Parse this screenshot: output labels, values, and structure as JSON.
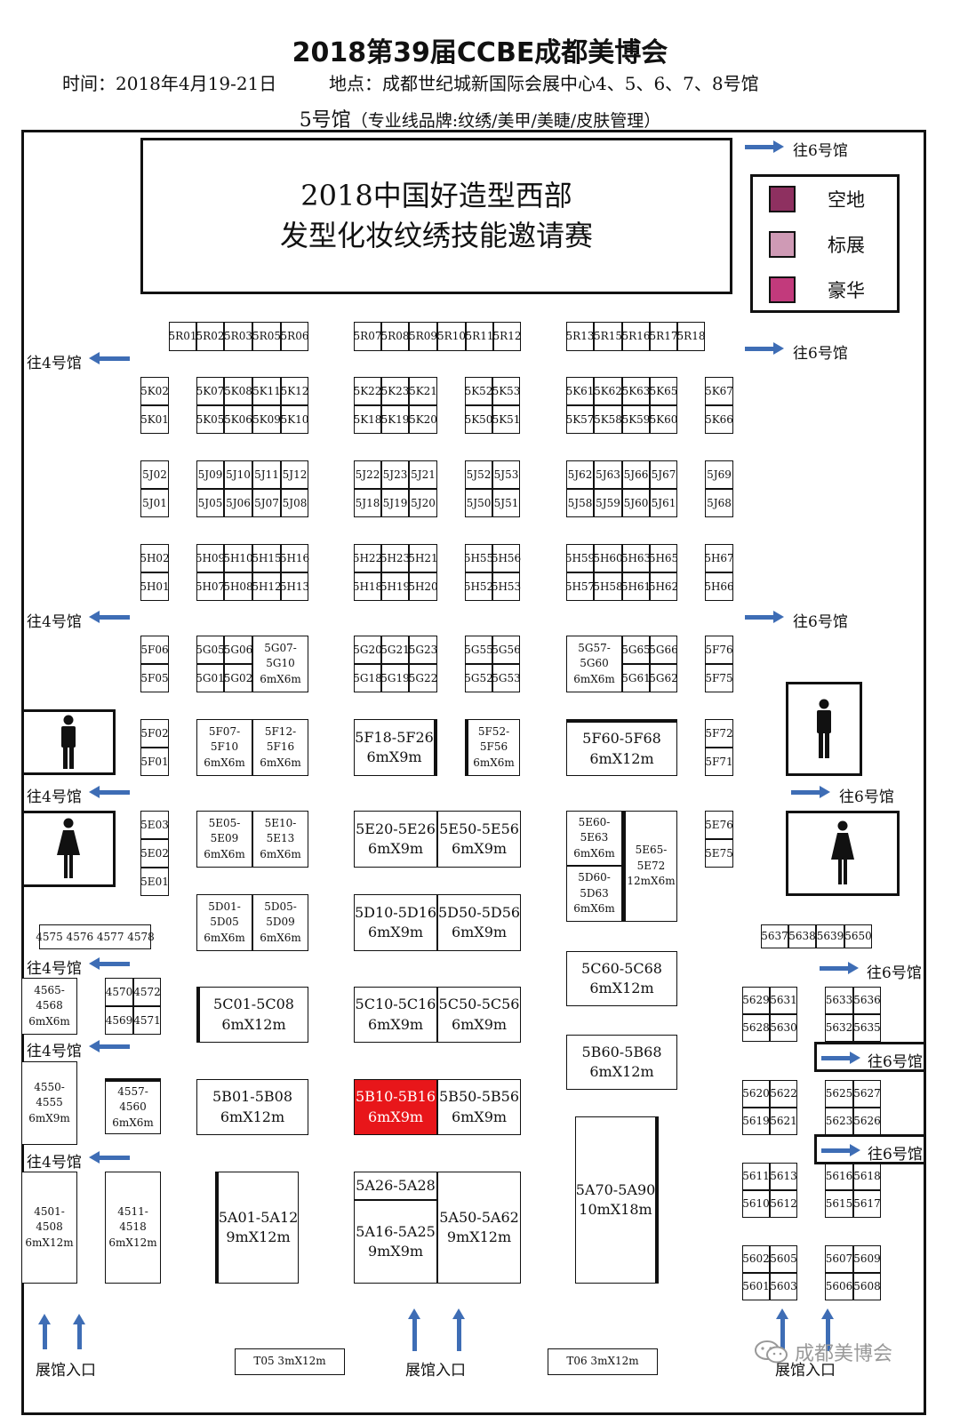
{
  "header": {
    "title": "2018第39届CCBE成都美博会",
    "time": "时间：2018年4月19-21日",
    "venue": "地点：成都世纪城新国际会展中心4、5、6、7、8号馆",
    "hall": "5号馆",
    "hall_note": "（专业线品牌:纹绣/美甲/美睫/皮肤管理）"
  },
  "stage": {
    "line1": "2018中国好造型西部",
    "line2": "发型化妆纹绣技能邀请赛"
  },
  "legend": [
    {
      "label": "空地",
      "color": "#8e3060"
    },
    {
      "label": "标展",
      "color": "#cf9ab5"
    },
    {
      "label": "豪华",
      "color": "#c23a7c"
    }
  ],
  "directions": {
    "to4": "往4号馆",
    "to6": "往6号馆",
    "entrance": "展馆入口"
  },
  "highlight_color": "#e8161a",
  "booths": [
    {
      "id": "5R01",
      "label": "5R01"
    },
    {
      "id": "5R02",
      "label": "5R02"
    },
    {
      "id": "5R03",
      "label": "5R03"
    },
    {
      "id": "5R05",
      "label": "5R05"
    },
    {
      "id": "5R06",
      "label": "5R06"
    },
    {
      "id": "5R07",
      "label": "5R07"
    },
    {
      "id": "5R08",
      "label": "5R08"
    },
    {
      "id": "5R09",
      "label": "5R09"
    },
    {
      "id": "5R10",
      "label": "5R10"
    },
    {
      "id": "5R11",
      "label": "5R11"
    },
    {
      "id": "5R12",
      "label": "5R12"
    },
    {
      "id": "5R13",
      "label": "5R13"
    },
    {
      "id": "5R15",
      "label": "5R15"
    },
    {
      "id": "5R16",
      "label": "5R16"
    },
    {
      "id": "5R17",
      "label": "5R17"
    },
    {
      "id": "5R18",
      "label": "5R18"
    },
    {
      "id": "5K02",
      "label": "5K02"
    },
    {
      "id": "5K01",
      "label": "5K01"
    },
    {
      "id": "5K07",
      "label": "5K07"
    },
    {
      "id": "5K08",
      "label": "5K08"
    },
    {
      "id": "5K11",
      "label": "5K11"
    },
    {
      "id": "5K12",
      "label": "5K12"
    },
    {
      "id": "5K05",
      "label": "5K05"
    },
    {
      "id": "5K06",
      "label": "5K06"
    },
    {
      "id": "5K09",
      "label": "5K09"
    },
    {
      "id": "5K10",
      "label": "5K10"
    },
    {
      "id": "5K22",
      "label": "5K22"
    },
    {
      "id": "5K23",
      "label": "5K23"
    },
    {
      "id": "5K21",
      "label": "5K21"
    },
    {
      "id": "5K18",
      "label": "5K18"
    },
    {
      "id": "5K19",
      "label": "5K19"
    },
    {
      "id": "5K20",
      "label": "5K20"
    },
    {
      "id": "5K52",
      "label": "5K52"
    },
    {
      "id": "5K53",
      "label": "5K53"
    },
    {
      "id": "5K50",
      "label": "5K50"
    },
    {
      "id": "5K51",
      "label": "5K51"
    },
    {
      "id": "5K61",
      "label": "5K61"
    },
    {
      "id": "5K62",
      "label": "5K62"
    },
    {
      "id": "5K63",
      "label": "5K63"
    },
    {
      "id": "5K65",
      "label": "5K65"
    },
    {
      "id": "5K57",
      "label": "5K57"
    },
    {
      "id": "5K58",
      "label": "5K58"
    },
    {
      "id": "5K59",
      "label": "5K59"
    },
    {
      "id": "5K60",
      "label": "5K60"
    },
    {
      "id": "5K67",
      "label": "5K67"
    },
    {
      "id": "5K66",
      "label": "5K66"
    },
    {
      "id": "5J02",
      "label": "5J02"
    },
    {
      "id": "5J01",
      "label": "5J01"
    },
    {
      "id": "5J09",
      "label": "5J09"
    },
    {
      "id": "5J10",
      "label": "5J10"
    },
    {
      "id": "5J11",
      "label": "5J11"
    },
    {
      "id": "5J12",
      "label": "5J12"
    },
    {
      "id": "5J05",
      "label": "5J05"
    },
    {
      "id": "5J06",
      "label": "5J06"
    },
    {
      "id": "5J07",
      "label": "5J07"
    },
    {
      "id": "5J08",
      "label": "5J08"
    },
    {
      "id": "5J22",
      "label": "5J22"
    },
    {
      "id": "5J23",
      "label": "5J23"
    },
    {
      "id": "5J21",
      "label": "5J21"
    },
    {
      "id": "5J18",
      "label": "5J18"
    },
    {
      "id": "5J19",
      "label": "5J19"
    },
    {
      "id": "5J20",
      "label": "5J20"
    },
    {
      "id": "5J52",
      "label": "5J52"
    },
    {
      "id": "5J53",
      "label": "5J53"
    },
    {
      "id": "5J50",
      "label": "5J50"
    },
    {
      "id": "5J51",
      "label": "5J51"
    },
    {
      "id": "5J62",
      "label": "5J62"
    },
    {
      "id": "5J63",
      "label": "5J63"
    },
    {
      "id": "5J66",
      "label": "5J66"
    },
    {
      "id": "5J67",
      "label": "5J67"
    },
    {
      "id": "5J58",
      "label": "5J58"
    },
    {
      "id": "5J59",
      "label": "5J59"
    },
    {
      "id": "5J60",
      "label": "5J60"
    },
    {
      "id": "5J61",
      "label": "5J61"
    },
    {
      "id": "5J69",
      "label": "5J69"
    },
    {
      "id": "5J68",
      "label": "5J68"
    },
    {
      "id": "5H02",
      "label": "5H02"
    },
    {
      "id": "5H01",
      "label": "5H01"
    },
    {
      "id": "5H09",
      "label": "5H09"
    },
    {
      "id": "5H10",
      "label": "5H10"
    },
    {
      "id": "5H15",
      "label": "5H15"
    },
    {
      "id": "5H16",
      "label": "5H16"
    },
    {
      "id": "5H07",
      "label": "5H07"
    },
    {
      "id": "5H08",
      "label": "5H08"
    },
    {
      "id": "5H12",
      "label": "5H12"
    },
    {
      "id": "5H13",
      "label": "5H13"
    },
    {
      "id": "5H22",
      "label": "5H22"
    },
    {
      "id": "5H23",
      "label": "5H23"
    },
    {
      "id": "5H21",
      "label": "5H21"
    },
    {
      "id": "5H18",
      "label": "5H18"
    },
    {
      "id": "5H19",
      "label": "5H19"
    },
    {
      "id": "5H20",
      "label": "5H20"
    },
    {
      "id": "5H55",
      "label": "5H55"
    },
    {
      "id": "5H56",
      "label": "5H56"
    },
    {
      "id": "5H52",
      "label": "5H52"
    },
    {
      "id": "5H53",
      "label": "5H53"
    },
    {
      "id": "5H59",
      "label": "5H59"
    },
    {
      "id": "5H60",
      "label": "5H60"
    },
    {
      "id": "5H63",
      "label": "5H63"
    },
    {
      "id": "5H65",
      "label": "5H65"
    },
    {
      "id": "5H57",
      "label": "5H57"
    },
    {
      "id": "5H58",
      "label": "5H58"
    },
    {
      "id": "5H61",
      "label": "5H61"
    },
    {
      "id": "5H62",
      "label": "5H62"
    },
    {
      "id": "5H67",
      "label": "5H67"
    },
    {
      "id": "5H66",
      "label": "5H66"
    },
    {
      "id": "5F06",
      "label": "5F06"
    },
    {
      "id": "5F05",
      "label": "5F05"
    },
    {
      "id": "5G05",
      "label": "5G05"
    },
    {
      "id": "5G06",
      "label": "5G06"
    },
    {
      "id": "5G01",
      "label": "5G01"
    },
    {
      "id": "5G02",
      "label": "5G02"
    },
    {
      "id": "5G07-5G10",
      "label": "5G07-\n5G10\n6mX6m"
    },
    {
      "id": "5G20",
      "label": "5G20"
    },
    {
      "id": "5G21",
      "label": "5G21"
    },
    {
      "id": "5G23",
      "label": "5G23"
    },
    {
      "id": "5G18",
      "label": "5G18"
    },
    {
      "id": "5G19",
      "label": "5G19"
    },
    {
      "id": "5G22",
      "label": "5G22"
    },
    {
      "id": "5G55",
      "label": "5G55"
    },
    {
      "id": "5G56",
      "label": "5G56"
    },
    {
      "id": "5G52",
      "label": "5G52"
    },
    {
      "id": "5G53",
      "label": "5G53"
    },
    {
      "id": "5G57-5G60",
      "label": "5G57-\n5G60\n6mX6m"
    },
    {
      "id": "5G65",
      "label": "5G65"
    },
    {
      "id": "5G66",
      "label": "5G66"
    },
    {
      "id": "5G61",
      "label": "5G61"
    },
    {
      "id": "5G62",
      "label": "5G62"
    },
    {
      "id": "5F76",
      "label": "5F76"
    },
    {
      "id": "5F75",
      "label": "5F75"
    },
    {
      "id": "5F02",
      "label": "5F02"
    },
    {
      "id": "5F01",
      "label": "5F01"
    },
    {
      "id": "5F07-5F10",
      "label": "5F07-\n5F10\n6mX6m"
    },
    {
      "id": "5F12-5F16",
      "label": "5F12-\n5F16\n6mX6m"
    },
    {
      "id": "5F18-5F26",
      "label": "5F18-5F26\n6mX9m"
    },
    {
      "id": "5F52-5F56",
      "label": "5F52-\n5F56\n6mX6m"
    },
    {
      "id": "5F60-5F68",
      "label": "5F60-5F68\n6mX12m"
    },
    {
      "id": "5F72",
      "label": "5F72"
    },
    {
      "id": "5F71",
      "label": "5F71"
    },
    {
      "id": "5E03",
      "label": "5E03"
    },
    {
      "id": "5E02",
      "label": "5E02"
    },
    {
      "id": "5E01",
      "label": "5E01"
    },
    {
      "id": "5E05-5E09",
      "label": "5E05-\n5E09\n6mX6m"
    },
    {
      "id": "5E10-5E13",
      "label": "5E10-\n5E13\n6mX6m"
    },
    {
      "id": "5E20-5E26",
      "label": "5E20-5E26\n6mX9m"
    },
    {
      "id": "5E50-5E56",
      "label": "5E50-5E56\n6mX9m"
    },
    {
      "id": "5E60-5E63",
      "label": "5E60-\n5E63\n6mX6m"
    },
    {
      "id": "5E65-5E72",
      "label": "5E65-\n5E72\n12mX6m"
    },
    {
      "id": "5D60-5D63",
      "label": "5D60-\n5D63\n6mX6m"
    },
    {
      "id": "5E76",
      "label": "5E76"
    },
    {
      "id": "5E75",
      "label": "5E75"
    },
    {
      "id": "5D01-5D05",
      "label": "5D01-\n5D05\n6mX6m"
    },
    {
      "id": "5D05-5D09",
      "label": "5D05-\n5D09\n6mX6m"
    },
    {
      "id": "5D10-5D16",
      "label": "5D10-5D16\n6mX9m"
    },
    {
      "id": "5D50-5D56",
      "label": "5D50-5D56\n6mX9m"
    },
    {
      "id": "4575-4578",
      "label": "4575 4576 4577 4578"
    },
    {
      "id": "5637",
      "label": "5637"
    },
    {
      "id": "5638",
      "label": "5638"
    },
    {
      "id": "5639",
      "label": "5639"
    },
    {
      "id": "5650",
      "label": "5650"
    },
    {
      "id": "5C60-5C68",
      "label": "5C60-5C68\n6mX12m"
    },
    {
      "id": "4565-4568",
      "label": "4565-\n4568\n6mX6m"
    },
    {
      "id": "4570",
      "label": "4570"
    },
    {
      "id": "4572",
      "label": "4572"
    },
    {
      "id": "4569",
      "label": "4569"
    },
    {
      "id": "4571",
      "label": "4571"
    },
    {
      "id": "5C01-5C08",
      "label": "5C01-5C08\n6mX12m"
    },
    {
      "id": "5C10-5C16",
      "label": "5C10-5C16\n6mX9m"
    },
    {
      "id": "5C50-5C56",
      "label": "5C50-5C56\n6mX9m"
    },
    {
      "id": "5629",
      "label": "5629"
    },
    {
      "id": "5631",
      "label": "5631"
    },
    {
      "id": "5628",
      "label": "5628"
    },
    {
      "id": "5630",
      "label": "5630"
    },
    {
      "id": "5633",
      "label": "5633"
    },
    {
      "id": "5636",
      "label": "5636"
    },
    {
      "id": "5632",
      "label": "5632"
    },
    {
      "id": "5635",
      "label": "5635"
    },
    {
      "id": "5B60-5B68",
      "label": "5B60-5B68\n6mX12m"
    },
    {
      "id": "4550-4555",
      "label": "4550-\n4555\n6mX9m"
    },
    {
      "id": "4557-4560",
      "label": "4557-\n4560\n6mX6m"
    },
    {
      "id": "5B01-5B08",
      "label": "5B01-5B08\n6mX12m"
    },
    {
      "id": "5B10-5B16",
      "label": "5B10-5B16\n6mX9m"
    },
    {
      "id": "5B50-5B56",
      "label": "5B50-5B56\n6mX9m"
    },
    {
      "id": "5620",
      "label": "5620"
    },
    {
      "id": "5622",
      "label": "5622"
    },
    {
      "id": "5619",
      "label": "5619"
    },
    {
      "id": "5621",
      "label": "5621"
    },
    {
      "id": "5625",
      "label": "5625"
    },
    {
      "id": "5627",
      "label": "5627"
    },
    {
      "id": "5623",
      "label": "5623"
    },
    {
      "id": "5626",
      "label": "5626"
    },
    {
      "id": "4501-4508",
      "label": "4501-\n4508\n6mX12m"
    },
    {
      "id": "4511-4518",
      "label": "4511-\n4518\n6mX12m"
    },
    {
      "id": "5A01-5A12",
      "label": "5A01-5A12\n9mX12m"
    },
    {
      "id": "5A26-5A28",
      "label": "5A26-5A28"
    },
    {
      "id": "5A16-5A25",
      "label": "5A16-5A25\n9mX9m"
    },
    {
      "id": "5A50-5A62",
      "label": "5A50-5A62\n9mX12m"
    },
    {
      "id": "5A70-5A90",
      "label": "5A70-5A90\n10mX18m"
    },
    {
      "id": "5611",
      "label": "5611"
    },
    {
      "id": "5613",
      "label": "5613"
    },
    {
      "id": "5610",
      "label": "5610"
    },
    {
      "id": "5612",
      "label": "5612"
    },
    {
      "id": "5616",
      "label": "5616"
    },
    {
      "id": "5618",
      "label": "5618"
    },
    {
      "id": "5615",
      "label": "5615"
    },
    {
      "id": "5617",
      "label": "5617"
    },
    {
      "id": "5602",
      "label": "5602"
    },
    {
      "id": "5605",
      "label": "5605"
    },
    {
      "id": "5601",
      "label": "5601"
    },
    {
      "id": "5603",
      "label": "5603"
    },
    {
      "id": "5607",
      "label": "5607"
    },
    {
      "id": "5609",
      "label": "5609"
    },
    {
      "id": "5606",
      "label": "5606"
    },
    {
      "id": "5608",
      "label": "5608"
    },
    {
      "id": "T05",
      "label": "T05  3mX12m"
    },
    {
      "id": "T06",
      "label": "T06  3mX12m"
    }
  ],
  "highlighted_booth": "5B10-5B16",
  "watermark": "成都美博会"
}
